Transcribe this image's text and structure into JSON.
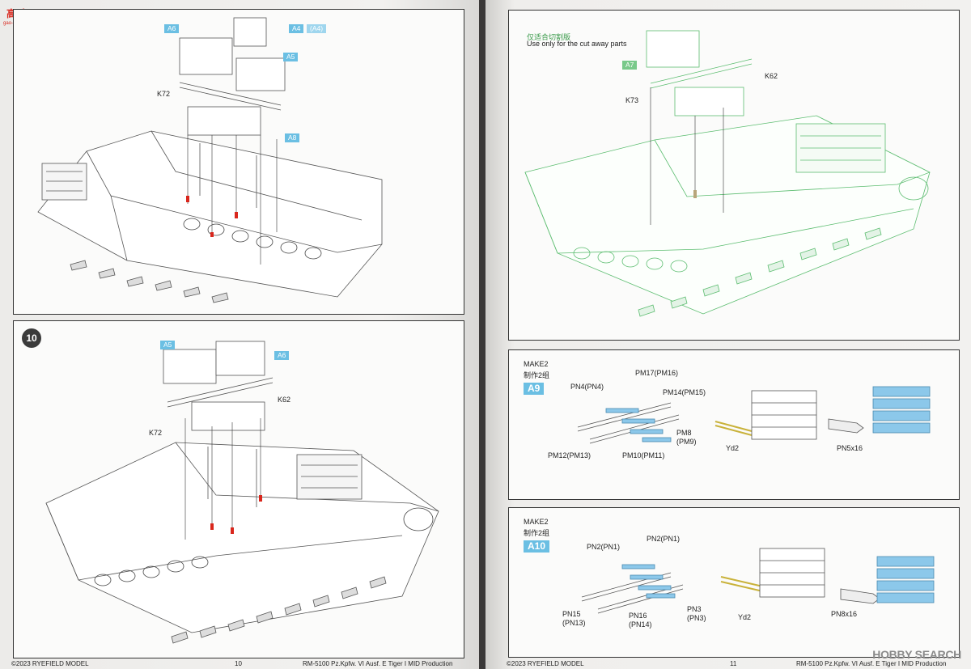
{
  "watermark": {
    "logo_text": "高手网",
    "logo_sub": "gao-shou.com",
    "brand": "HOBBY SEARCH"
  },
  "left_page": {
    "top_box": {
      "labels": {
        "a6": "A6",
        "a4": "A4",
        "a4_paren": "(A4)",
        "a5": "A5",
        "a8": "A8",
        "k72": "K72"
      }
    },
    "bottom_box": {
      "step": "10",
      "labels": {
        "a5": "A5",
        "a6": "A6",
        "k62": "K62",
        "k72": "K72"
      }
    },
    "footer": {
      "copyright": "©2023 RYEFIELD MODEL",
      "page": "10",
      "title": "RM-5100 Pz.Kpfw. VI Ausf. E Tiger I MID Production"
    }
  },
  "right_page": {
    "top_box": {
      "note_cn": "仅适合切割版",
      "note_en": "Use only for the cut away parts",
      "labels": {
        "a7": "A7",
        "k62": "K62",
        "k73": "K73"
      }
    },
    "a9_box": {
      "make": "MAKE2",
      "make_cn": "制作2组",
      "tag": "A9",
      "labels": {
        "pn4": "PN4(PN4)",
        "pm17": "PM17(PM16)",
        "pm14": "PM14(PM15)",
        "pm8": "PM8",
        "pm9": "(PM9)",
        "pm12": "PM12(PM13)",
        "pm10": "PM10(PM11)",
        "yd2": "Yd2",
        "pn5": "PN5x16"
      }
    },
    "a10_box": {
      "make": "MAKE2",
      "make_cn": "制作2组",
      "tag": "A10",
      "labels": {
        "pn2a": "PN2(PN1)",
        "pn2b": "PN2(PN1)",
        "pn15": "PN15",
        "pn13": "(PN13)",
        "pn16": "PN16",
        "pn14": "(PN14)",
        "pn3": "PN3",
        "pn3b": "(PN3)",
        "yd2": "Yd2",
        "pn8": "PN8x16"
      }
    },
    "footer": {
      "copyright": "©2023 RYEFIELD MODEL",
      "page": "11",
      "title": "RM-5100 Pz.Kpfw. VI Ausf. E Tiger I MID Production"
    }
  }
}
